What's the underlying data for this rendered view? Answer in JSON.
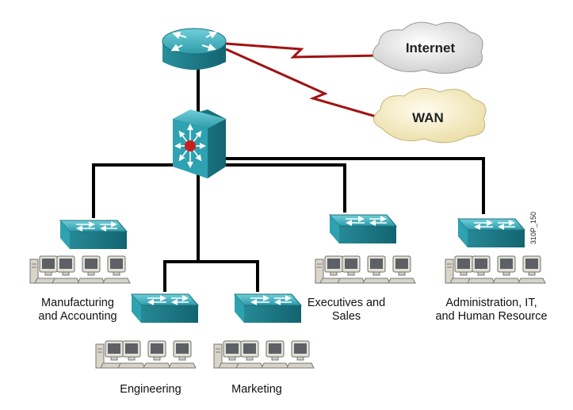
{
  "clouds": {
    "internet": "Internet",
    "wan": "WAN"
  },
  "groups": {
    "manufacturing": "Manufacturing\nand Accounting",
    "engineering": "Engineering",
    "marketing": "Marketing",
    "executives": "Executives and\nSales",
    "administration": "Administration, IT,\nand Human Resource"
  },
  "figure_id": "310P_150",
  "colors": {
    "device_teal": "#1f7f8c",
    "device_top": "#4fb8c4",
    "link_black": "#000000",
    "link_red": "#a11212",
    "internet_cloud": "#e6e6e6",
    "wan_cloud": "#f7efc8"
  }
}
